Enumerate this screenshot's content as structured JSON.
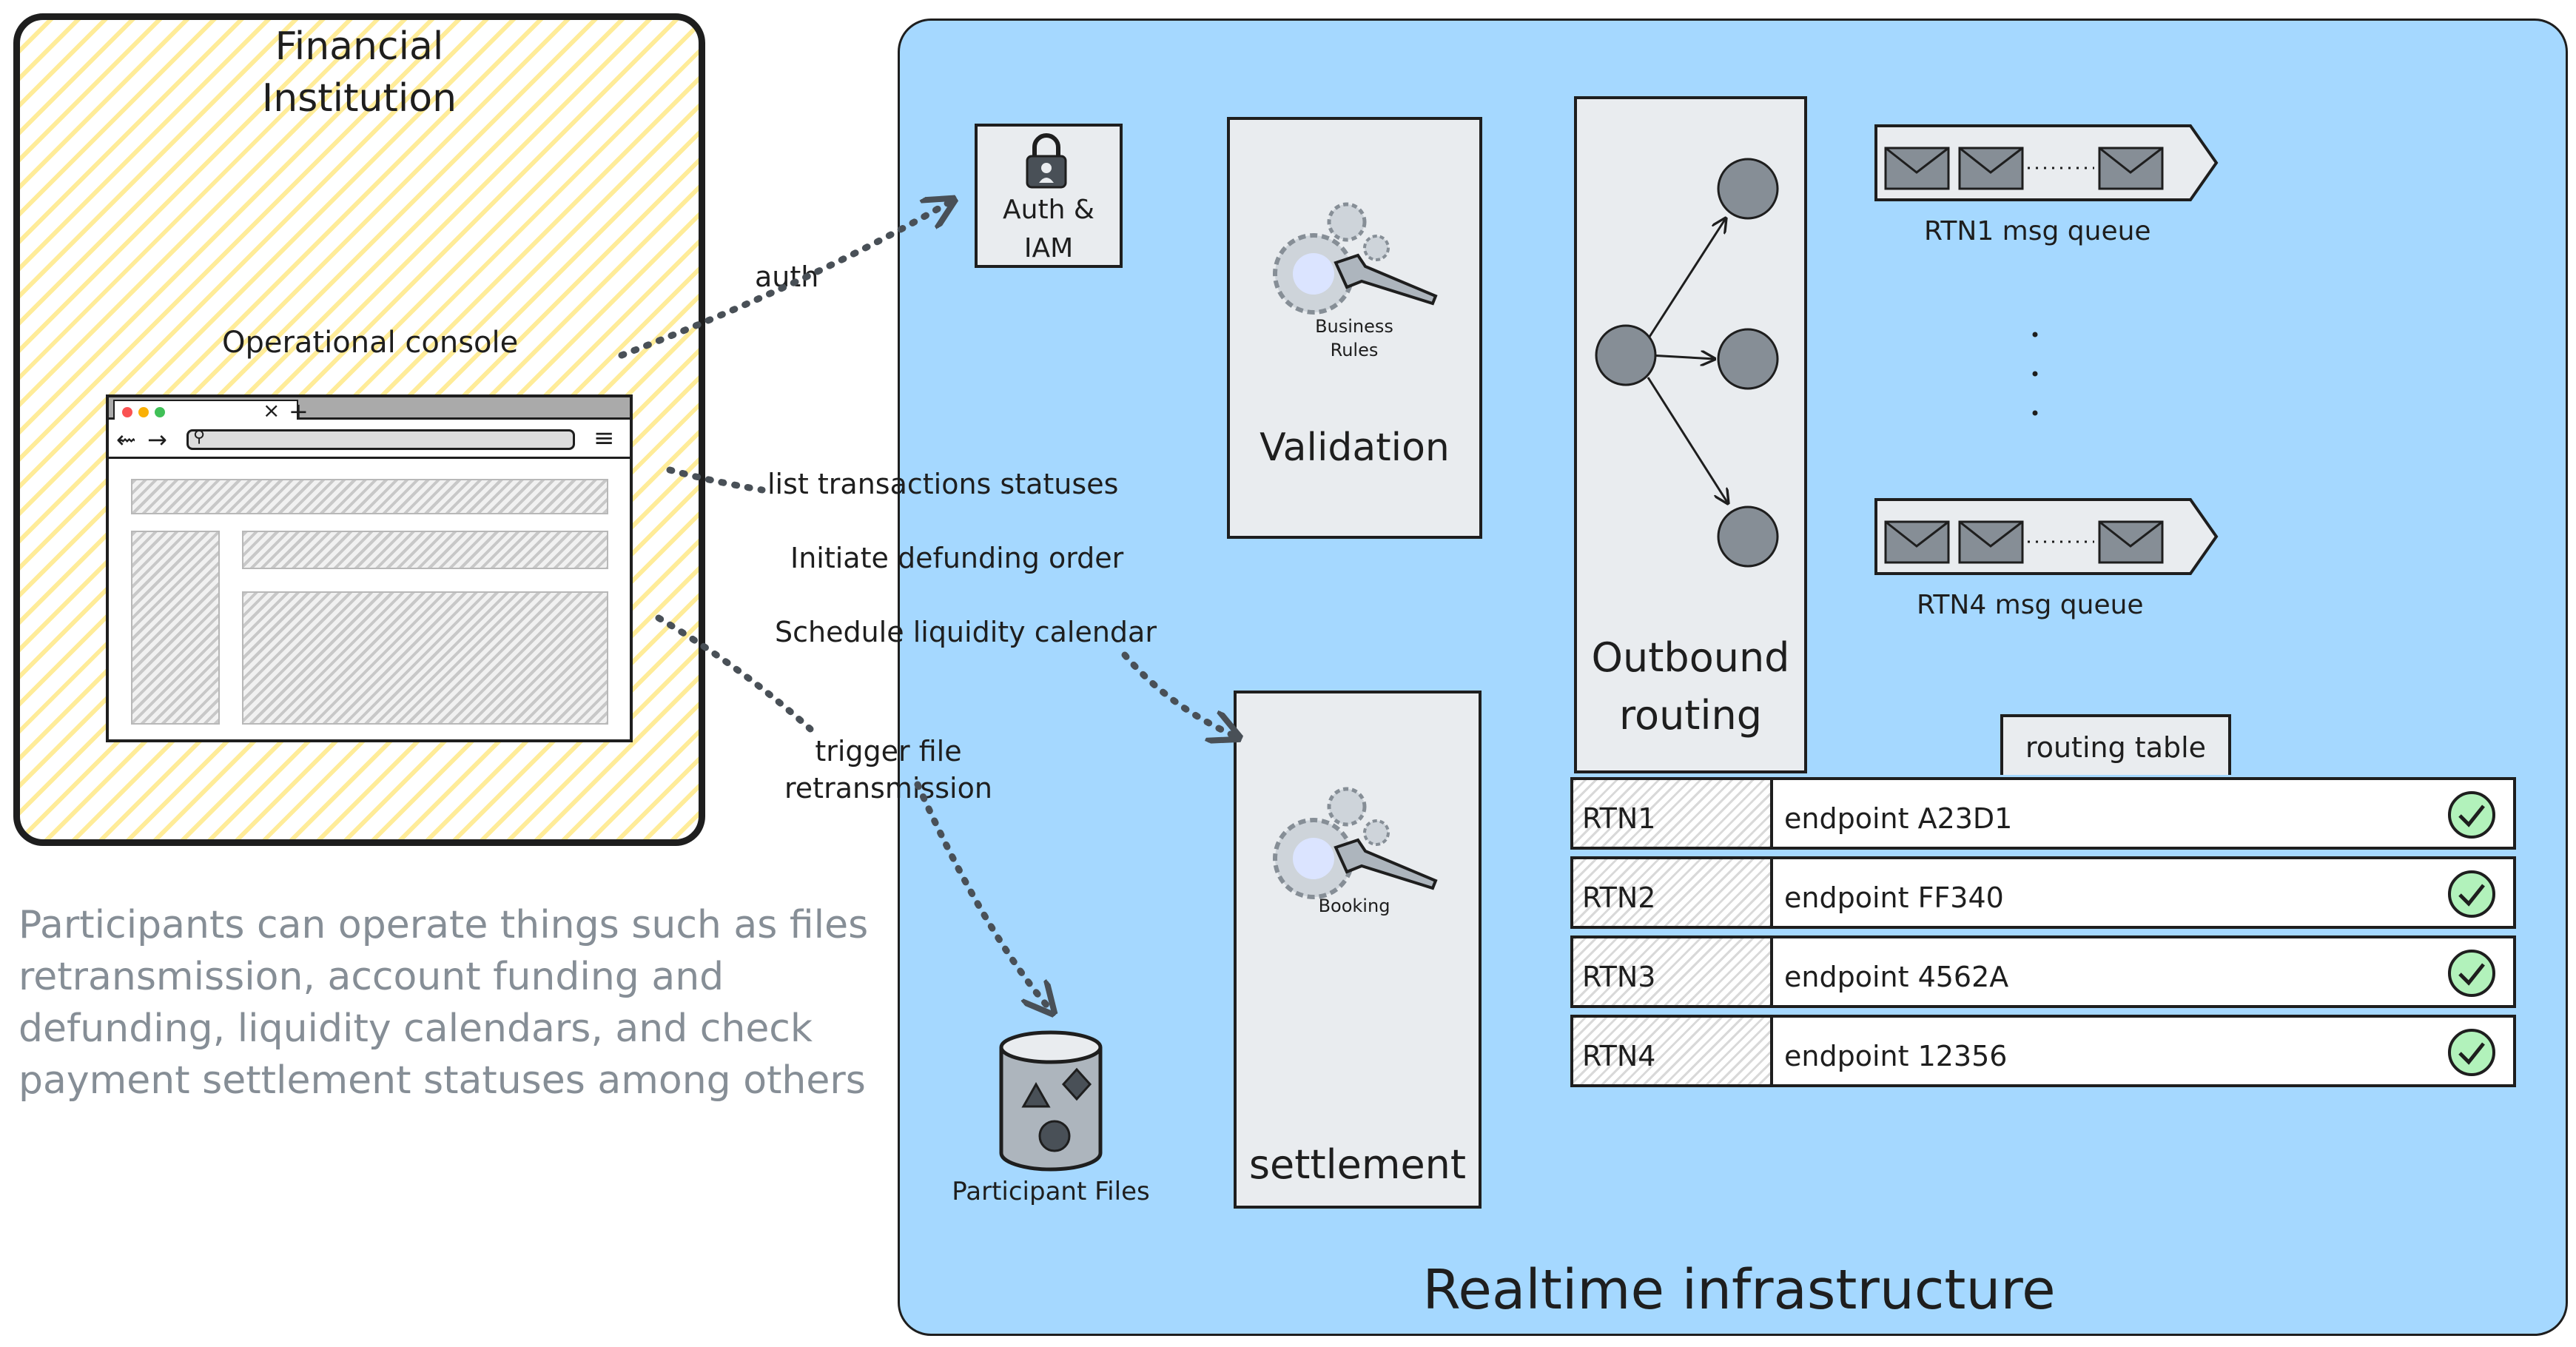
{
  "financial_institution": {
    "title": "Financial\nInstitution",
    "console_label": "Operational console",
    "browser": {
      "tab_close": "×",
      "tab_new": "+",
      "back": "⇜",
      "forward": "→",
      "menu": "≡"
    }
  },
  "operations": {
    "auth": "auth",
    "list": "list transactions statuses",
    "defund": "Initiate defunding order",
    "schedule": "Schedule liquidity calendar",
    "trigger": "trigger file\nretransmission"
  },
  "realtime": {
    "title": "Realtime infrastructure",
    "auth_box": "Auth &\nIAM",
    "validation": {
      "label": "Validation",
      "rules": "Business\nRules"
    },
    "settlement": {
      "label": "settlement",
      "booking": "Booking"
    },
    "outbound": "Outbound\nrouting",
    "queues": [
      {
        "label": "RTN1 msg queue"
      },
      {
        "label": "RTN4 msg queue"
      }
    ],
    "routing_table": {
      "title": "routing table",
      "rows": [
        {
          "key": "RTN1",
          "value": "endpoint  A23D1"
        },
        {
          "key": "RTN2",
          "value": "endpoint  FF340"
        },
        {
          "key": "RTN3",
          "value": "endpoint  4562A"
        },
        {
          "key": "RTN4",
          "value": "endpoint  12356"
        }
      ]
    },
    "files_label": "Participant Files"
  },
  "note": "Participants can operate things such as files retransmission, account funding and defunding, liquidity calendars, and check payment settlement statuses among others",
  "colors": {
    "infra_bg": "#a5d8ff",
    "hatch_yellow": "#ffec99",
    "box_bg": "#e9ecef",
    "note_text": "#868e96",
    "check_bg": "#b2f2bb"
  }
}
